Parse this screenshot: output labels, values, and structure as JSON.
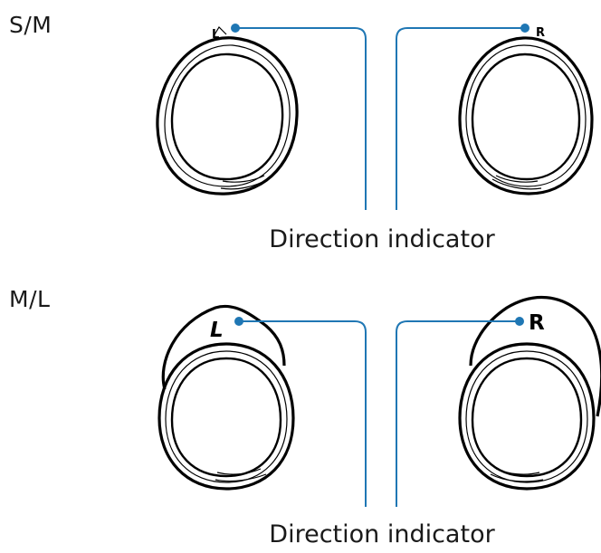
{
  "sizes": {
    "small_medium": "S/M",
    "medium_large": "M/L"
  },
  "captions": {
    "top": "Direction indicator",
    "bottom": "Direction indicator"
  },
  "markers": {
    "left": "L",
    "right": "R"
  },
  "colors": {
    "leader": "#1f77b4",
    "stroke": "#000000"
  }
}
